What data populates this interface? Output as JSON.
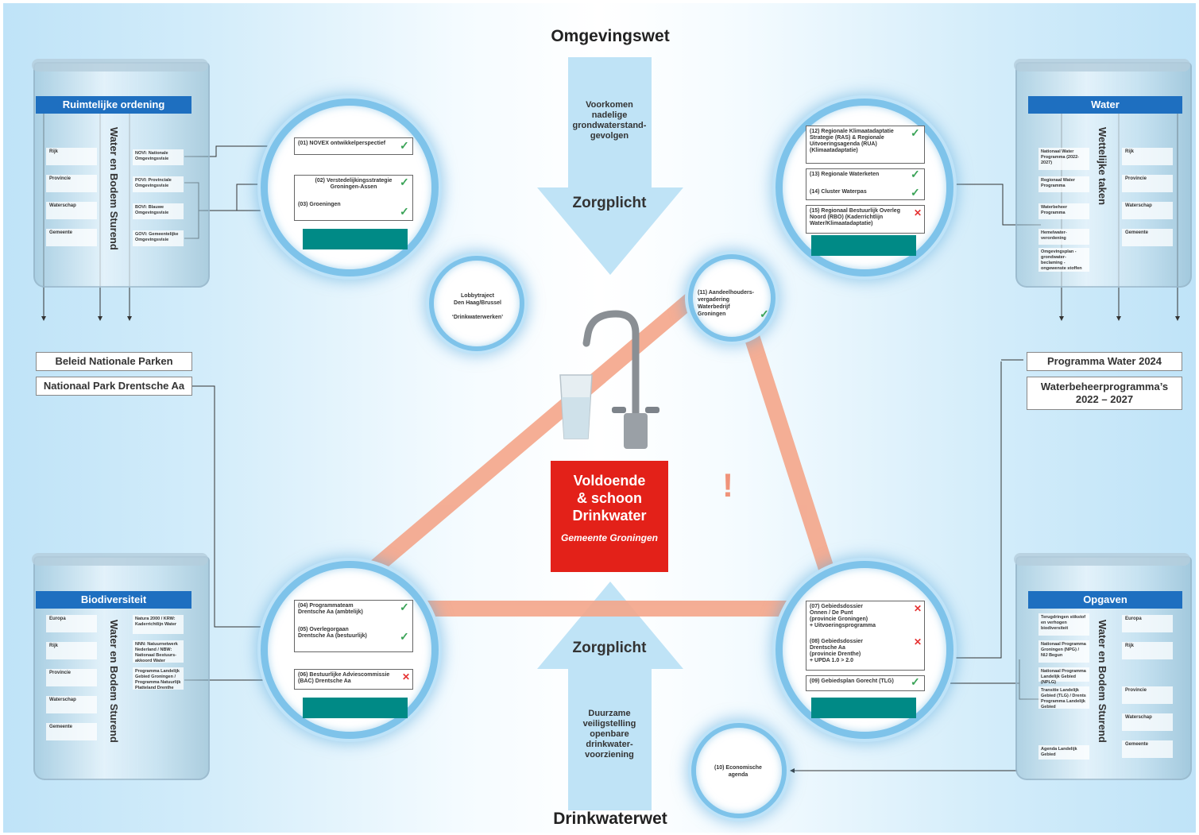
{
  "titles": {
    "top": "Omgevingswet",
    "bottom": "Drinkwaterwet"
  },
  "arrows": {
    "top_text": "Voorkomen\nnadelige\ngrondwaterstand-\ngevolgen",
    "zorgplicht": "Zorgplicht",
    "bottom_text": "Duurzame\nveiligstelling\nopenbare\ndrinkwater-\nvoorziening"
  },
  "center": {
    "title": "Voldoende\n& schoon\nDrinkwater",
    "logo": "Gemeente Groningen"
  },
  "beakers": {
    "tl": {
      "head": "Ruimtelijke ordening",
      "vertical": "Water en Bodem Sturend",
      "levels": [
        "Rijk",
        "Provincie",
        "Waterschap",
        "Gemeente"
      ],
      "docs": [
        "NOVI: Nationale Omgevingsvisie",
        "POVI: Provinciale Omgevingsvisie",
        "BOVI: Blauwe Omgevingsvisie",
        "GOVI: Gemeentelijke Omgevingsvisie"
      ]
    },
    "tr": {
      "head": "Water",
      "vertical": "Wettelijke taken",
      "levels": [
        "Rijk",
        "Provincie",
        "Waterschap",
        "Gemeente"
      ],
      "docs": [
        "Nationaal Water Programma (2022-2027)",
        "Regionaal Water Programma",
        "Waterbeheer Programma",
        "Hemelwater-verordening",
        "Omgevingsplan - grondwater-beclaming - ongewenste stoffen"
      ]
    },
    "bl": {
      "head": "Biodiversiteit",
      "vertical": "Water en Bodem Sturend",
      "levels": [
        "Europa",
        "Rijk",
        "Provincie",
        "Waterschap",
        "Gemeente"
      ],
      "docs": [
        "Natura 2000 / KRW: Kaderrichtlijn Water",
        "NNN: Natuurnetwerk Nederland / NBW: Nationaal Bestuurs-akkoord Water",
        "Programma Landelijk Gebied Groningen / Programma Natuurlijk Platteland Drenthe"
      ]
    },
    "br": {
      "head": "Opgaven",
      "vertical": "Water en Bodem Sturend",
      "levels": [
        "Europa",
        "Rijk",
        "Provincie",
        "Waterschap",
        "Gemeente"
      ],
      "docs": [
        "Terugdringen stikstof en verhogen biodiversiteit",
        "Nationaal Programma Groningen (NPG) / NIJ Begun",
        "Nationaal Programma Landelijk Gebied (NPLG)",
        "Transitie Landelijk Gebied (TLG) / Drents Programma Landelijk Gebied",
        "Agenda Landelijk Gebied"
      ]
    }
  },
  "side": {
    "left": [
      "Beleid Nationale Parken",
      "Nationaal Park Drentsche Aa"
    ],
    "right": [
      "Programma Water 2024",
      "Waterbeheerprogramma’s\n2022 – 2027"
    ]
  },
  "rings": {
    "tl": [
      "(01) NOVEX ontwikkelperspectief",
      "(02) Verstedelijkingsstrategie\nGroningen-Assen",
      "(03) Groeningen"
    ],
    "tr": [
      "(12) Regionale Klimaatadaptatie\nStrategie (RAS) & Regionale\nUitvoeringsagenda (RUA)\n(Klimaatadaptatie)",
      "(13) Regionale Waterketen",
      "(14) Cluster Waterpas",
      "(15) Regionaal Bestuurlijk Overleg\nNoord (RBO) (Kaderrichtlijn\nWater/Klimaatadaptatie)"
    ],
    "bl": [
      "(04) Programmateam\nDrentsche Aa (ambtelijk)",
      "(05) Overlegorgaan\nDrentsche Aa (bestuurlijk)",
      "(06) Bestuurlijke Adviescommissie\n(BAC) Drentsche Aa"
    ],
    "br": [
      "(07) Gebiedsdossier\nOnnen / De Punt\n(provincie Groningen)\n+ Uitvoeringsprogramma",
      "(08) Gebiedsdossier\nDrentsche Aa\n(provincie Drenthe)\n+ UPDA 1.0 > 2.0",
      "(09) Gebiedsplan Gorecht (TLG)"
    ]
  },
  "small_rings": {
    "lobby": "Lobbytraject\nDen Haag/Brussel\n\n‘Drinkwaterwerken’",
    "aandeelhouders": "(11) Aandeelhouders-\nvergadering\nWaterbedrijf\nGroningen",
    "economisch": "(10) Economische\nagenda"
  }
}
